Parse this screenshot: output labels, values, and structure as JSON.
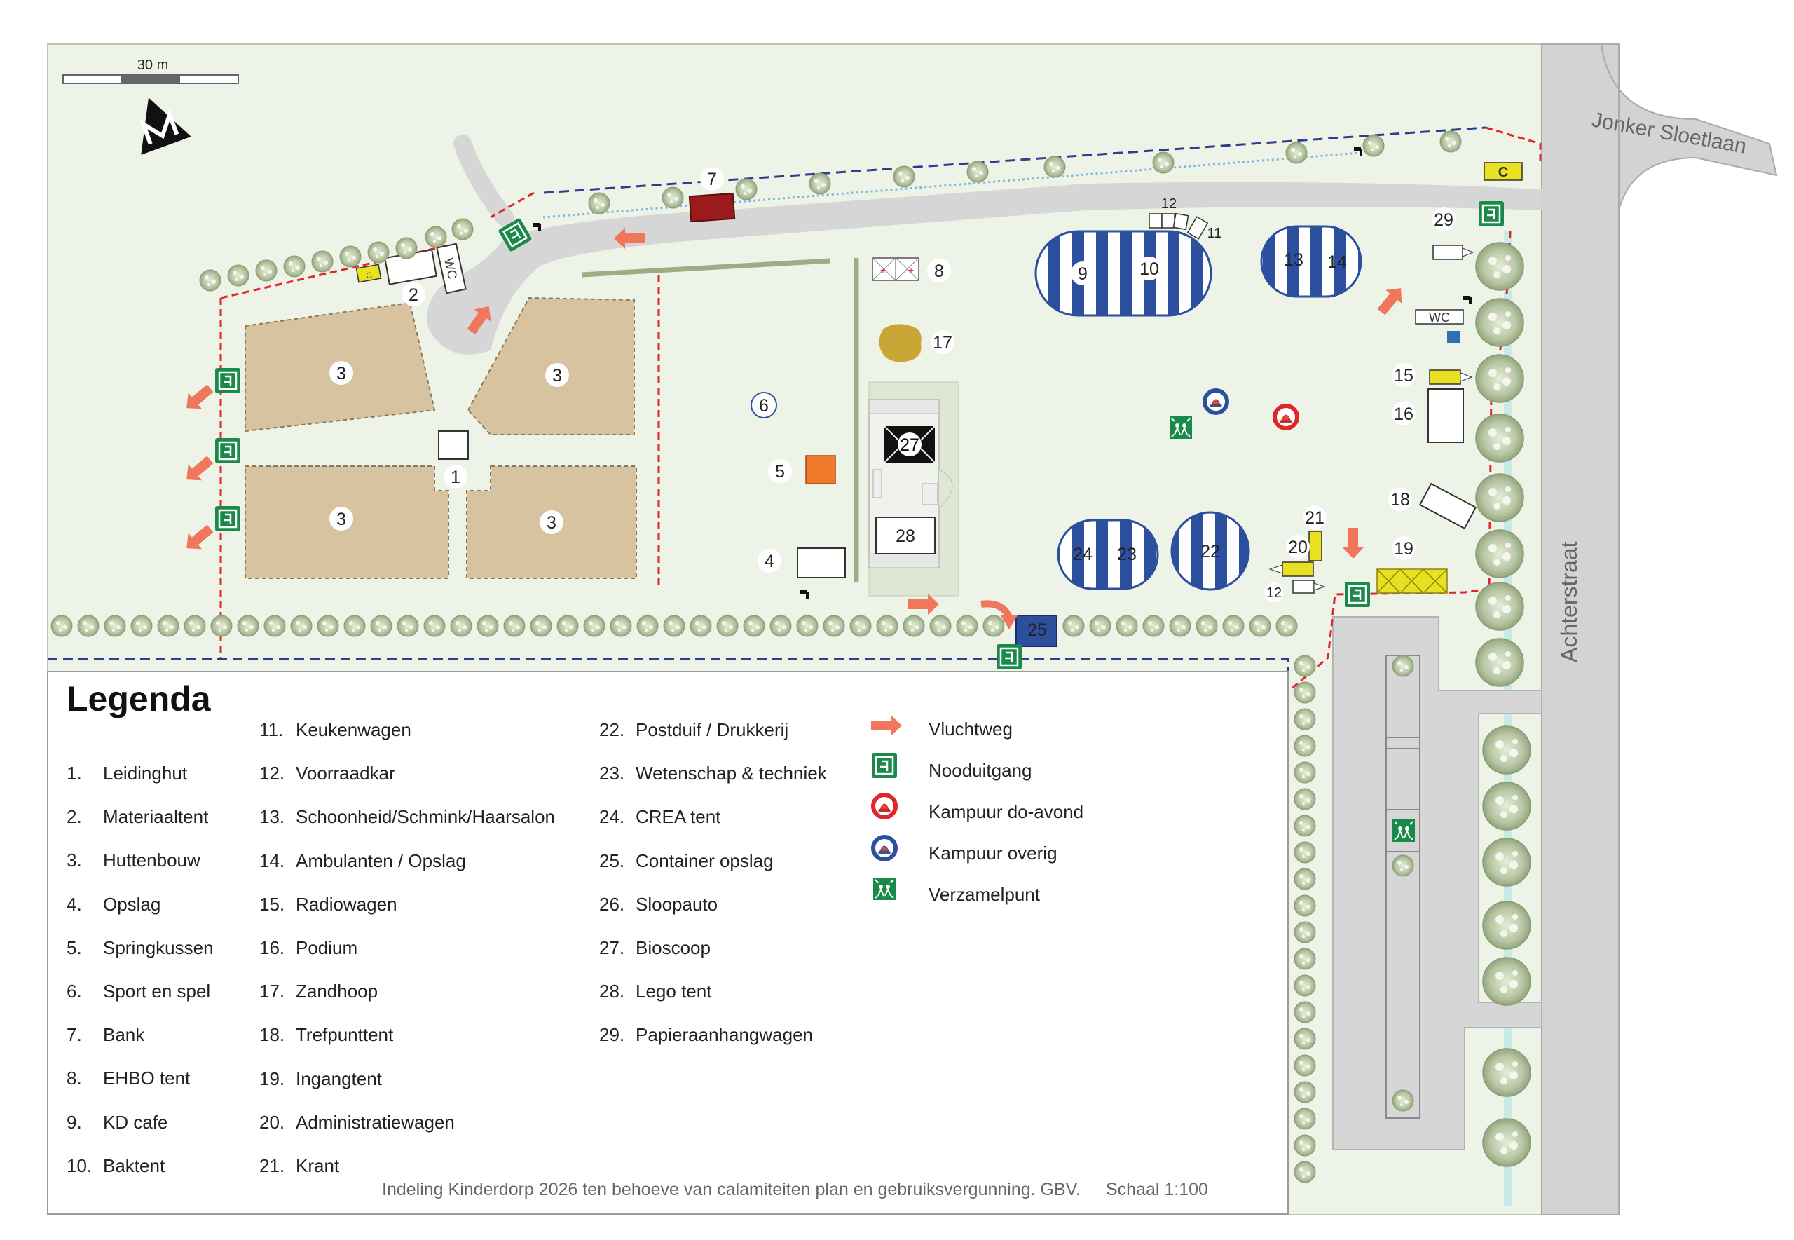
{
  "scale_bar_label": "30 m",
  "streets": {
    "top_right": "Jonker Sloetlaan",
    "right": "Achterstraat"
  },
  "map_labels": {
    "num_1": "1",
    "num_2": "2",
    "num_3": "3",
    "num_4": "4",
    "num_5": "5",
    "num_6": "6",
    "num_7": "7",
    "num_8": "8",
    "num_9": "9",
    "num_10": "10",
    "num_11": "11",
    "num_12": "12",
    "num_13": "13",
    "num_14": "14",
    "num_15": "15",
    "num_16": "16",
    "num_17": "17",
    "num_18": "18",
    "num_19": "19",
    "num_20": "20",
    "num_21": "21",
    "num_22": "22",
    "num_23": "23",
    "num_24": "24",
    "num_25": "25",
    "num_27": "27",
    "num_28": "28",
    "num_29": "29",
    "wc": "WC",
    "c": "C"
  },
  "legend": {
    "title": "Legenda",
    "items": [
      {
        "num": "1.",
        "label": "Leidinghut"
      },
      {
        "num": "2.",
        "label": "Materiaaltent"
      },
      {
        "num": "3.",
        "label": "Huttenbouw"
      },
      {
        "num": "4.",
        "label": "Opslag"
      },
      {
        "num": "5.",
        "label": "Springkussen"
      },
      {
        "num": "6.",
        "label": "Sport en spel"
      },
      {
        "num": "7.",
        "label": "Bank"
      },
      {
        "num": "8.",
        "label": "EHBO tent"
      },
      {
        "num": "9.",
        "label": "KD cafe"
      },
      {
        "num": "10.",
        "label": "Baktent"
      },
      {
        "num": "11.",
        "label": "Keukenwagen"
      },
      {
        "num": "12.",
        "label": "Voorraadkar"
      },
      {
        "num": "13.",
        "label": "Schoonheid/Schmink/Haarsalon"
      },
      {
        "num": "14.",
        "label": "Ambulanten / Opslag"
      },
      {
        "num": "15.",
        "label": "Radiowagen"
      },
      {
        "num": "16.",
        "label": "Podium"
      },
      {
        "num": "17.",
        "label": "Zandhoop"
      },
      {
        "num": "18.",
        "label": "Trefpunttent"
      },
      {
        "num": "19.",
        "label": "Ingangtent"
      },
      {
        "num": "20.",
        "label": "Administratiewagen"
      },
      {
        "num": "21.",
        "label": "Krant"
      },
      {
        "num": "22.",
        "label": "Postduif / Drukkerij"
      },
      {
        "num": "23.",
        "label": "Wetenschap & techniek"
      },
      {
        "num": "24.",
        "label": "CREA tent"
      },
      {
        "num": "25.",
        "label": "Container opslag"
      },
      {
        "num": "26.",
        "label": "Sloopauto"
      },
      {
        "num": "27.",
        "label": "Bioscoop"
      },
      {
        "num": "28.",
        "label": "Lego tent"
      },
      {
        "num": "29.",
        "label": "Papieraanhangwagen"
      }
    ],
    "symbols": [
      {
        "icon": "escape-arrow-icon",
        "label": "Vluchtweg"
      },
      {
        "icon": "emergency-exit-icon",
        "label": "Nooduitgang"
      },
      {
        "icon": "campfire-red-icon",
        "label": "Kampuur do-avond"
      },
      {
        "icon": "campfire-blue-icon",
        "label": "Kampuur overig"
      },
      {
        "icon": "assembly-point-icon",
        "label": "Verzamelpunt"
      }
    ]
  },
  "footer": {
    "text": "Indeling Kinderdorp 2026 ten behoeve van calamiteiten plan en gebruiksvergunning. GBV.",
    "scale": "Schaal 1:100"
  },
  "colors": {
    "grass": "#edf3e6",
    "road": "#d0d0d0",
    "huts": "#d7c39f",
    "fence_red": "#e0262b",
    "fence_blue": "#2c3e8c",
    "tent_blue": "#2c4f9e",
    "exit_green": "#1a8a4a",
    "arrow_orange": "#f0775c",
    "yellow": "#e8e021",
    "orange_box": "#f07a2a",
    "bank_red": "#9b1b1b",
    "tree": "#b5c4a0"
  }
}
